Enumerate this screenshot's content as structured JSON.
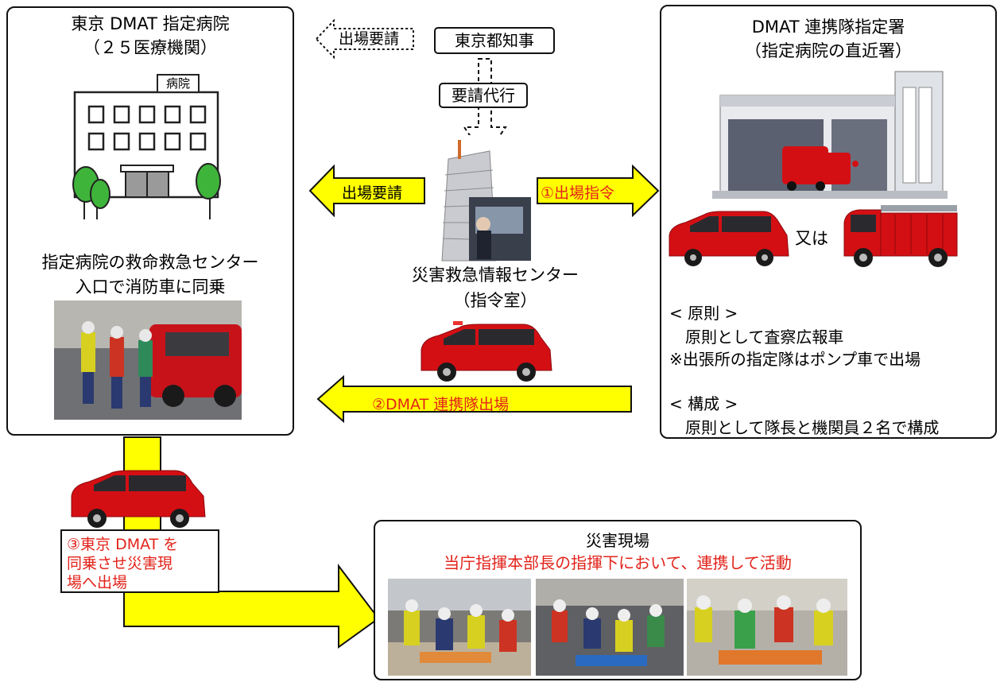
{
  "left_panel": {
    "title_line1": "東京 DMAT 指定病院",
    "title_line2": "（２５医療機関）",
    "hospital_sign": "病院",
    "caption_line1": "指定病院の救命救急センター",
    "caption_line2": "入口で消防車に同乗"
  },
  "center": {
    "governor": "東京都知事",
    "request_proxy": "要請代行",
    "dashed_request": "出場要請",
    "left_arrow": "出場要請",
    "right_arrow": "①出場指令",
    "center_name_line1": "災害救急情報センター",
    "center_name_line2": "（指令室）",
    "dispatch_arrow": "②DMAT 連携隊出場"
  },
  "right_panel": {
    "title_line1": "DMAT 連携隊指定署",
    "title_line2": "（指定病院の直近署）",
    "or_text": "又は",
    "rule_heading": "< 原則 >",
    "rule_line1": "原則として査察広報車",
    "rule_line2": "※出張所の指定隊はポンプ車で出場",
    "comp_heading": "< 構成 >",
    "comp_line1": "原則として隊長と機関員２名で構成"
  },
  "bottom": {
    "step3_line1": "③東京 DMAT を",
    "step3_line2": "同乗させ災害現",
    "step3_line3": "場へ出場",
    "site_title": "災害現場",
    "site_subtitle": "当庁指揮本部長の指揮下において、連携して活動"
  },
  "colors": {
    "arrow_yellow": "#ffff00",
    "accent_red": "#e2231a",
    "vehicle_red": "#d40f14"
  }
}
